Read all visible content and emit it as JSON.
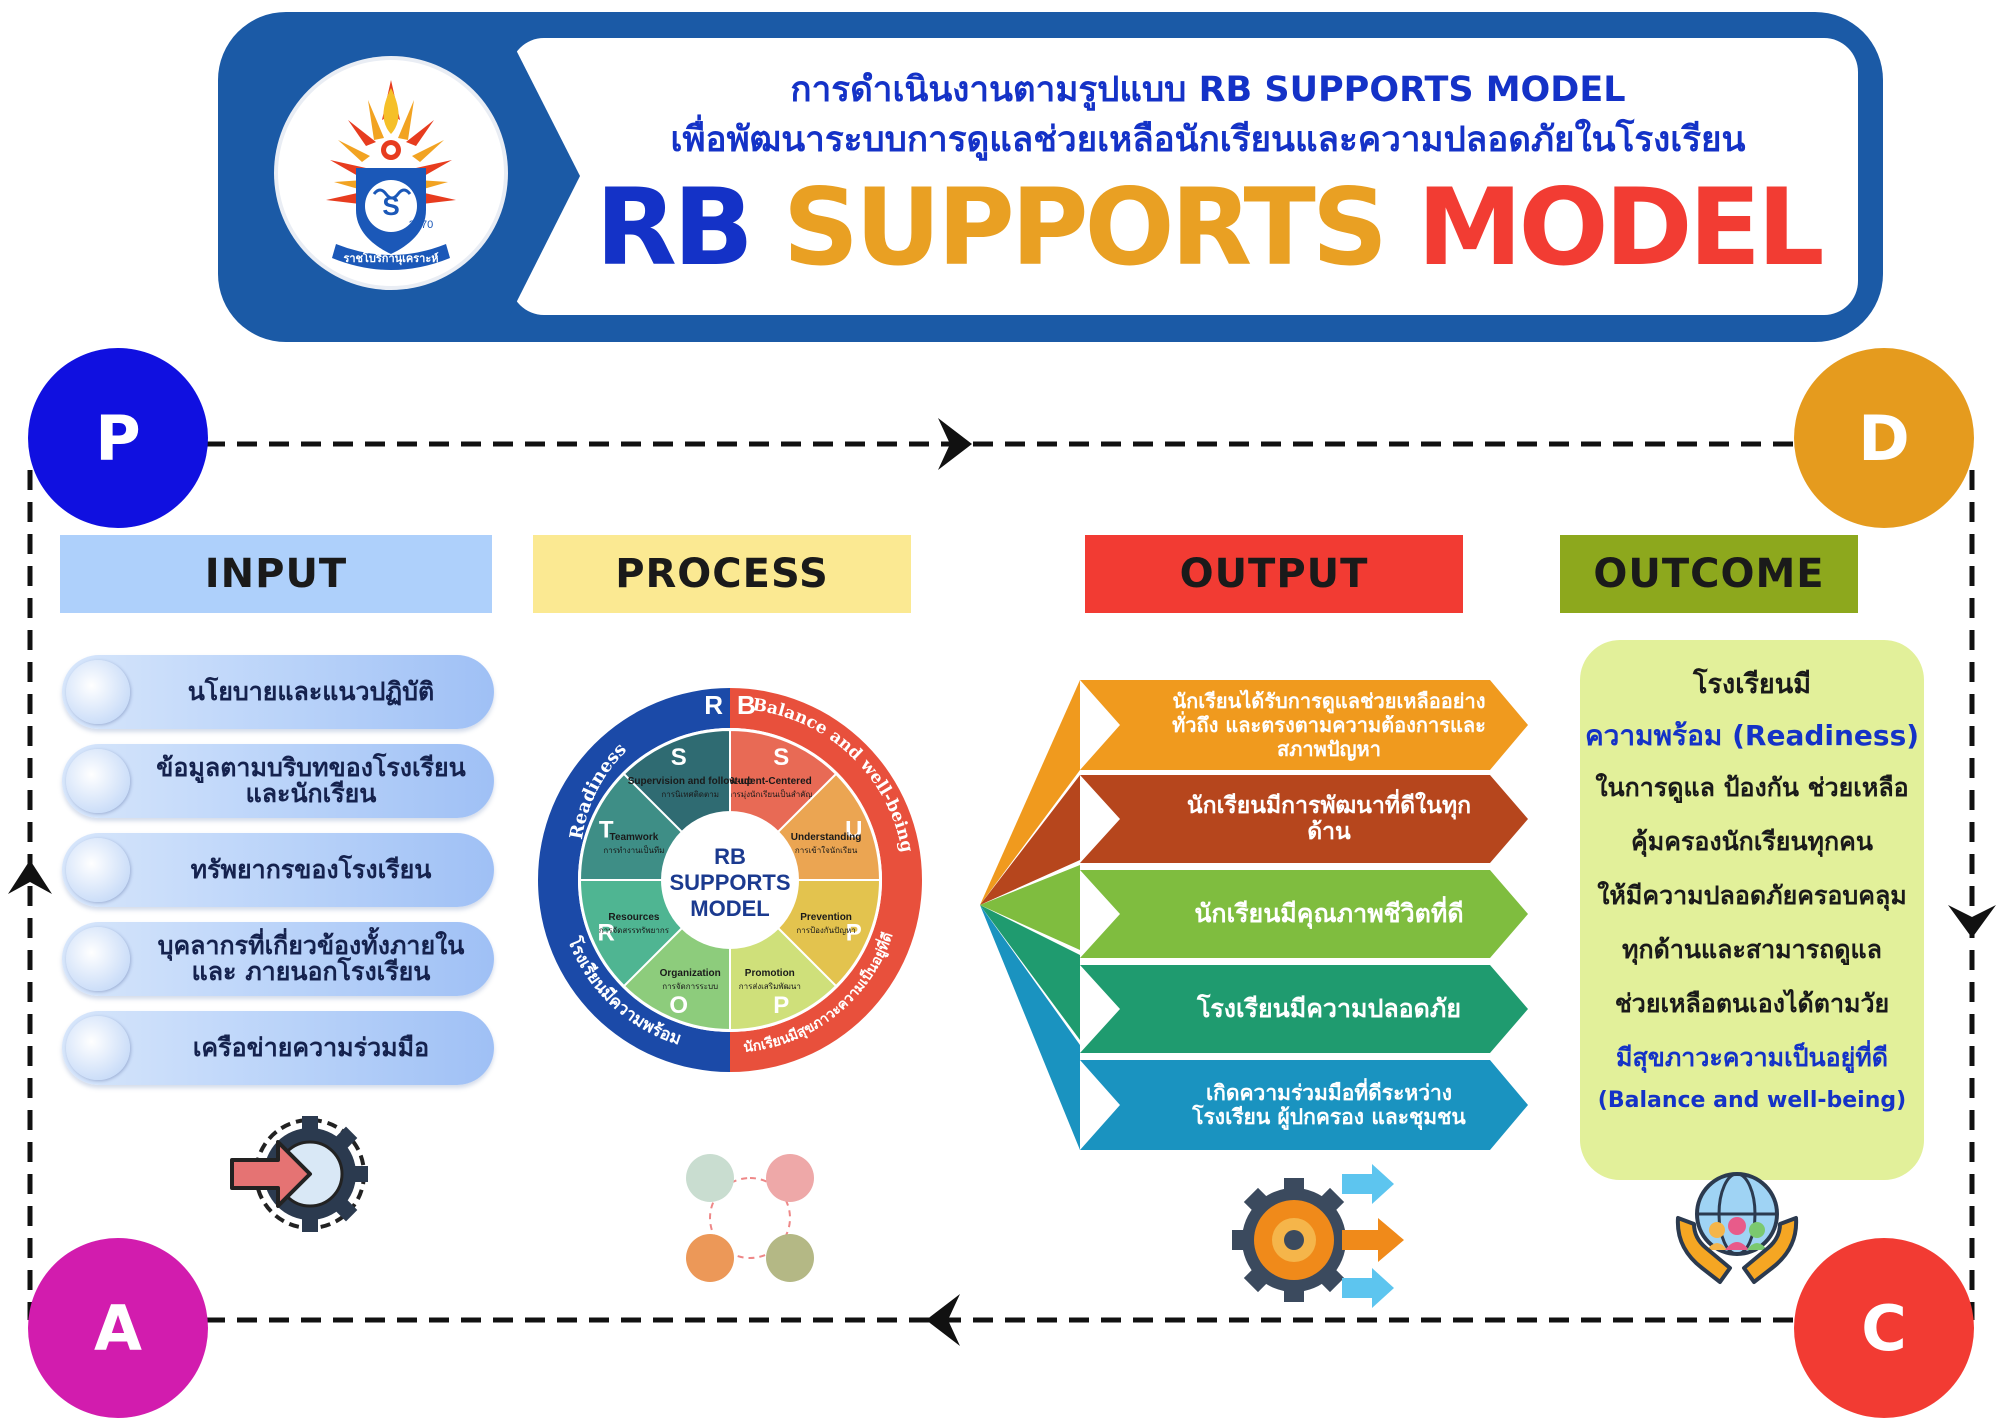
{
  "header": {
    "title_line1": "การดำเนินงานตามรูปแบบ RB SUPPORTS MODEL",
    "title_line2": "เพื่อพัฒนาระบบการดูแลช่วยเหลือนักเรียนและความปลอดภัยในโรงเรียน",
    "big_title_rb": "RB",
    "big_title_supports": "SUPPORTS",
    "big_title_model": "MODEL",
    "logo_text": "ราชโบริกานุเคราะห์",
    "logo_year": "2470"
  },
  "colors": {
    "navy": "#1b5aa6",
    "title_blue": "#1432c7",
    "supports_orange": "#e9a023",
    "model_red": "#f23c33",
    "p": "#1010e0",
    "d": "#e59b1e",
    "c": "#f23b33",
    "a": "#d21cae"
  },
  "pdca": {
    "p": "P",
    "d": "D",
    "c": "C",
    "a": "A"
  },
  "columns": {
    "input": "INPUT",
    "process": "PROCESS",
    "output": "OUTPUT",
    "outcome": "OUTCOME"
  },
  "inputs": [
    "นโยบายและแนวปฏิบัติ",
    "ข้อมูลตามบริบทของโรงเรียน และนักเรียน",
    "ทรัพยากรของโรงเรียน",
    "บุคลากรที่เกี่ยวข้องทั้งภายในและ ภายนอกโรงเรียน",
    "เครือข่ายความร่วมมือ"
  ],
  "wheel": {
    "center_line1": "RB",
    "center_line2": "SUPPORTS",
    "center_line3": "MODEL",
    "ring_left_top": "Readiness",
    "ring_left_bottom": "โรงเรียนมีความพร้อม",
    "ring_right_top": "Balance and well-being",
    "ring_right_bottom": "นักเรียนมีสุขภาวะความเป็นอยู่ที่ดี",
    "letter_r": "R",
    "letter_b": "B",
    "segments": [
      {
        "letter": "S",
        "en": "Student-Centered",
        "th": "การมุ่งนักเรียนเป็นสำคัญ",
        "color": "#e86a55"
      },
      {
        "letter": "U",
        "en": "Understanding",
        "th": "การเข้าใจนักเรียน",
        "color": "#eba552"
      },
      {
        "letter": "P",
        "en": "Prevention",
        "th": "การป้องกันปัญหา",
        "color": "#e3c34e"
      },
      {
        "letter": "P",
        "en": "Promotion",
        "th": "การส่งเสริมพัฒนา",
        "color": "#cfe07a"
      },
      {
        "letter": "O",
        "en": "Organization",
        "th": "การจัดการระบบ",
        "color": "#8dcc7c"
      },
      {
        "letter": "R",
        "en": "Resources",
        "th": "การจัดสรรทรัพยากร",
        "color": "#4fb592"
      },
      {
        "letter": "T",
        "en": "Teamwork",
        "th": "การทำงานเป็นทีม",
        "color": "#3e8e86"
      },
      {
        "letter": "S",
        "en": "Supervision and follow-up",
        "th": "การนิเทศติดตาม",
        "color": "#2f6b72"
      }
    ]
  },
  "outputs": [
    {
      "text": "นักเรียนได้รับการดูแลช่วยเหลืออย่างทั่วถึง และตรงตามความต้องการและสภาพปัญหา",
      "color": "#f09a1e"
    },
    {
      "text": "นักเรียนมีการพัฒนาที่ดีในทุกด้าน",
      "color": "#b6461d"
    },
    {
      "text": "นักเรียนมีคุณภาพชีวิตที่ดี",
      "color": "#7fbd3f"
    },
    {
      "text": "โรงเรียนมีความปลอดภัย",
      "color": "#1f9b6f"
    },
    {
      "text": "เกิดความร่วมมือที่ดีระหว่างโรงเรียน ผู้ปกครอง และชุมชน",
      "color": "#1a93c0"
    }
  ],
  "outcome": {
    "line1": "โรงเรียนมี",
    "line2": "ความพร้อม (Readiness)",
    "line3": "ในการดูแล ป้องกัน ช่วยเหลือ",
    "line4": "คุ้มครองนักเรียนทุกคน",
    "line5": "ให้มีความปลอดภัยครอบคลุม",
    "line6": "ทุกด้านและสามารถดูแล",
    "line7": "ช่วยเหลือตนเองได้ตามวัย",
    "line8": "มีสุขภาวะความเป็นอยู่ที่ดี",
    "line9": "(Balance and well-being)"
  },
  "icons": {
    "input": "gear-arrow-input-icon",
    "process": "process-circles-icon",
    "output": "gear-arrows-output-icon",
    "outcome": "hands-globe-people-icon"
  }
}
